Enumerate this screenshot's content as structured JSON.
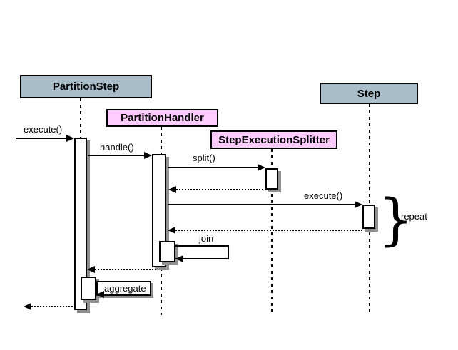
{
  "diagram": {
    "type": "uml-sequence",
    "actors": [
      {
        "name": "PartitionStep",
        "color": "#A9BCC9"
      },
      {
        "name": "PartitionHandler",
        "color": "#FFCCFF"
      },
      {
        "name": "StepExecutionSplitter",
        "color": "#FFCCFF"
      },
      {
        "name": "Step",
        "color": "#A9BCC9"
      }
    ],
    "messages": [
      {
        "label": "execute()",
        "from": "external",
        "to": "PartitionStep",
        "kind": "sync"
      },
      {
        "label": "handle()",
        "from": "PartitionStep",
        "to": "PartitionHandler",
        "kind": "sync"
      },
      {
        "label": "split()",
        "from": "PartitionHandler",
        "to": "StepExecutionSplitter",
        "kind": "sync"
      },
      {
        "label": "execute()",
        "from": "PartitionHandler",
        "to": "Step",
        "kind": "sync"
      },
      {
        "label": "join",
        "from": "PartitionHandler",
        "to": "PartitionHandler",
        "kind": "self"
      },
      {
        "label": "aggregate",
        "from": "PartitionStep",
        "to": "PartitionStep",
        "kind": "self"
      }
    ],
    "annotations": [
      {
        "label": "repeat",
        "glyph": "}"
      }
    ],
    "colors": {
      "actor_blue": "#A9BCC9",
      "actor_pink": "#FFCCFF",
      "line": "#000000",
      "shadow": "#909090",
      "background": "#FFFFFF"
    }
  }
}
